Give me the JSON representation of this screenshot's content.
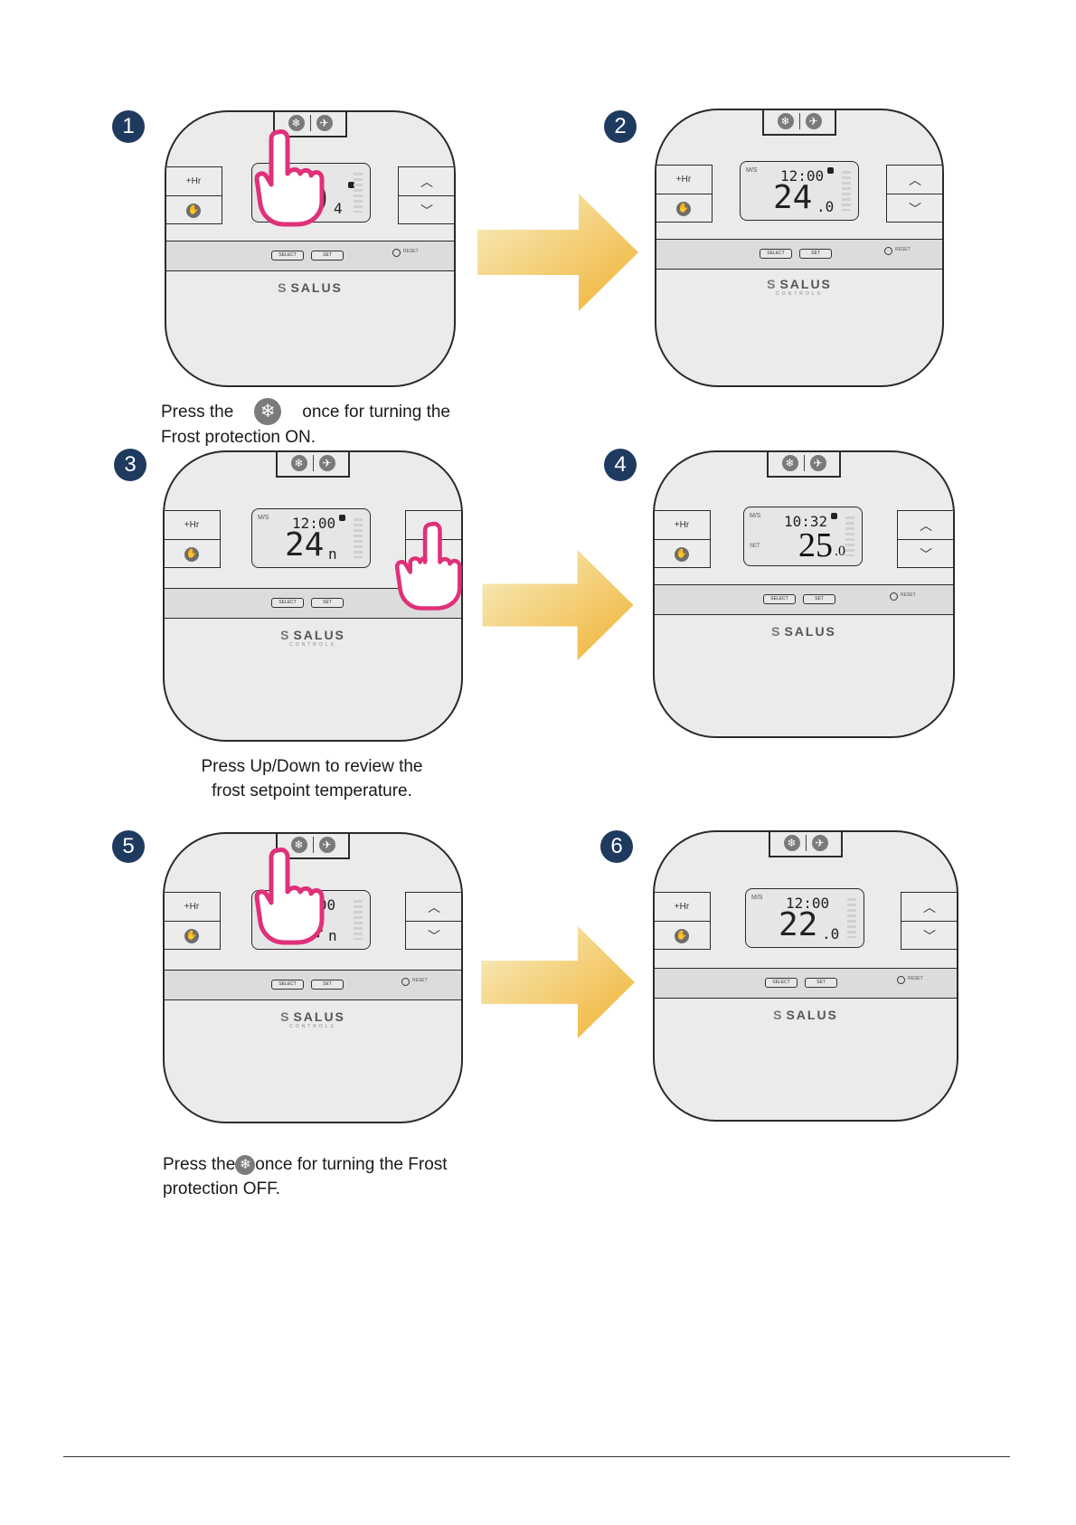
{
  "steps": [
    {
      "number": "1",
      "time": "",
      "temp": "0",
      "dec": "4"
    },
    {
      "number": "2",
      "time": "12:00",
      "temp": "24",
      "dec": ".0"
    },
    {
      "number": "3",
      "time": "12:00",
      "temp": "24",
      "dec": "n"
    },
    {
      "number": "4",
      "time": "10:32",
      "temp": "25",
      "dec": ".0"
    },
    {
      "number": "5",
      "time": "12:00",
      "temp": "24",
      "dec": "n"
    },
    {
      "number": "6",
      "time": "12:00",
      "temp": "22",
      "dec": ".0"
    }
  ],
  "device": {
    "hr_label": "+Hr",
    "select_label": "SELECT",
    "set_label": "SET",
    "reset_label": "RESET",
    "brand": "SALUS",
    "brand_sub": "CONTROLS",
    "lcd_set": "SET",
    "lcd_small": "M/S"
  },
  "icons": {
    "frost": "snowflake-icon",
    "holiday": "airplane-icon",
    "hand": "hand-icon",
    "finger": "pointing-finger-icon",
    "up": "chevron-up-icon",
    "down": "chevron-down-icon",
    "arrow": "right-arrow-icon"
  },
  "captions": {
    "c1_pre": "Press the",
    "c1_post": "once for turning the",
    "c1_line2": "Frost protection ON.",
    "c2_line1": "Press Up/Down to review the",
    "c2_line2": "frost setpoint temperature.",
    "c3_pre": "Press the",
    "c3_post": "once for turning the Frost",
    "c3_line2": "protection OFF."
  },
  "colors": {
    "badge": "#1f3a5f",
    "finger_outline": "#e0307a",
    "arrow_start": "#f5e7a8",
    "arrow_end": "#f0b233"
  }
}
